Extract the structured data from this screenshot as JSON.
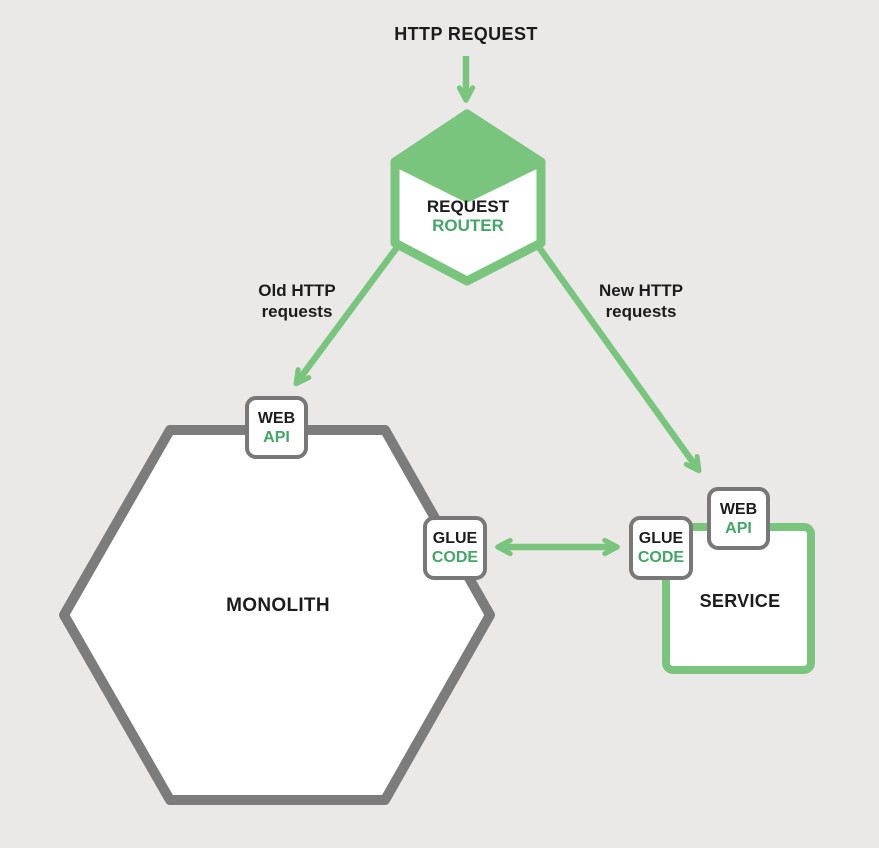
{
  "colors": {
    "background": "#eae9e7",
    "accent_green": "#7ac57e",
    "green_text": "#43a567",
    "border_gray": "#7c7c7c",
    "text": "#1c1c1c"
  },
  "title": "HTTP REQUEST",
  "router": {
    "line1": "REQUEST",
    "line2": "ROUTER"
  },
  "arrows": {
    "old": {
      "line1": "Old HTTP",
      "line2": "requests"
    },
    "new": {
      "line1": "New HTTP",
      "line2": "requests"
    }
  },
  "monolith": {
    "label": "MONOLITH",
    "web_api": {
      "line1": "WEB",
      "line2": "API"
    },
    "glue_code": {
      "line1": "GLUE",
      "line2": "CODE"
    }
  },
  "service": {
    "label": "SERVICE",
    "web_api": {
      "line1": "WEB",
      "line2": "API"
    },
    "glue_code": {
      "line1": "GLUE",
      "line2": "CODE"
    }
  }
}
